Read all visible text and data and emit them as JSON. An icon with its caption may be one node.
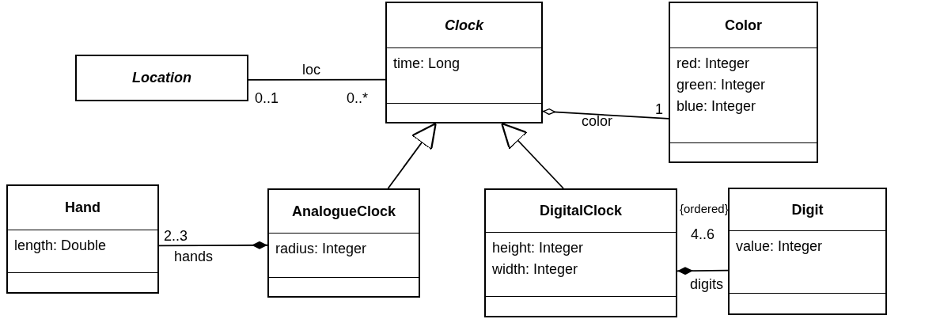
{
  "diagram": {
    "nodes": [
      {
        "text": [
          "Location"
        ]
      },
      {
        "text": [
          "Clock",
          "time: Long"
        ]
      },
      {
        "text": [
          "Color",
          "red: Integer",
          "green: Integer",
          "blue: Integer"
        ]
      },
      {
        "text": [
          "Hand",
          "length: Double"
        ]
      },
      {
        "text": [
          "AnalogueClock",
          "radius: Integer"
        ]
      },
      {
        "text": [
          "DigitalClock",
          "height: Integer",
          "width: Integer"
        ]
      },
      {
        "text": [
          "Digit",
          "value: Integer"
        ]
      }
    ],
    "edges": [
      {
        "from": 0,
        "to": 1,
        "arrow": "none",
        "label": "loc"
      },
      {
        "from": 1,
        "to": 2,
        "arrow": "other",
        "label": "color"
      },
      {
        "from": 4,
        "to": 1,
        "arrow": "to"
      },
      {
        "from": 5,
        "to": 1,
        "arrow": "to"
      },
      {
        "from": 4,
        "to": 3,
        "arrow": "other",
        "label": "hands"
      },
      {
        "from": 5,
        "to": 6,
        "arrow": "other",
        "label": "digits"
      }
    ],
    "labels": [
      "0..1",
      "0..*",
      "1",
      "2..3",
      "{ordered}",
      "4..6"
    ]
  }
}
